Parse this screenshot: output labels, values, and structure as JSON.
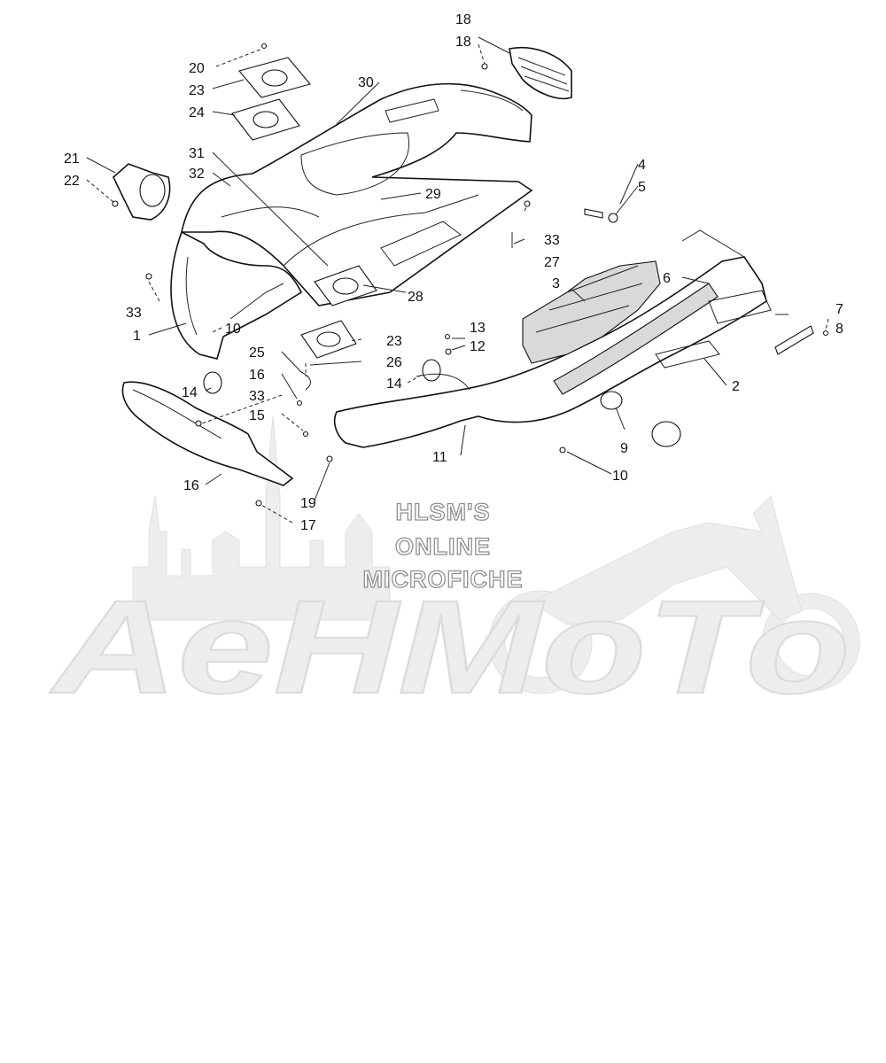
{
  "watermark": {
    "line1": "HLSM'S",
    "line2": "ONLINE",
    "line3": "MICROFICHE",
    "brand": "AeHMoTo"
  },
  "callouts": [
    {
      "id": "c1",
      "text": "1"
    },
    {
      "id": "c2",
      "text": "2"
    },
    {
      "id": "c3",
      "text": "3"
    },
    {
      "id": "c4",
      "text": "4"
    },
    {
      "id": "c5",
      "text": "5"
    },
    {
      "id": "c6",
      "text": "6"
    },
    {
      "id": "c7",
      "text": "7"
    },
    {
      "id": "c8",
      "text": "8"
    },
    {
      "id": "c9",
      "text": "9"
    },
    {
      "id": "c10a",
      "text": "10"
    },
    {
      "id": "c10b",
      "text": "10"
    },
    {
      "id": "c11",
      "text": "11"
    },
    {
      "id": "c12",
      "text": "12"
    },
    {
      "id": "c13",
      "text": "13"
    },
    {
      "id": "c14a",
      "text": "14"
    },
    {
      "id": "c14b",
      "text": "14"
    },
    {
      "id": "c15",
      "text": "15"
    },
    {
      "id": "c16a",
      "text": "16"
    },
    {
      "id": "c16b",
      "text": "16"
    },
    {
      "id": "c17",
      "text": "17"
    },
    {
      "id": "c18a",
      "text": "18"
    },
    {
      "id": "c18b",
      "text": "18"
    },
    {
      "id": "c19",
      "text": "19"
    },
    {
      "id": "c20",
      "text": "20"
    },
    {
      "id": "c21",
      "text": "21"
    },
    {
      "id": "c22",
      "text": "22"
    },
    {
      "id": "c23a",
      "text": "23"
    },
    {
      "id": "c23b",
      "text": "23"
    },
    {
      "id": "c24",
      "text": "24"
    },
    {
      "id": "c25",
      "text": "25"
    },
    {
      "id": "c26",
      "text": "26"
    },
    {
      "id": "c27",
      "text": "27"
    },
    {
      "id": "c28",
      "text": "28"
    },
    {
      "id": "c29",
      "text": "29"
    },
    {
      "id": "c30",
      "text": "30"
    },
    {
      "id": "c31",
      "text": "31"
    },
    {
      "id": "c32",
      "text": "32"
    },
    {
      "id": "c33a",
      "text": "33"
    },
    {
      "id": "c33b",
      "text": "33"
    },
    {
      "id": "c33c",
      "text": "33"
    }
  ]
}
